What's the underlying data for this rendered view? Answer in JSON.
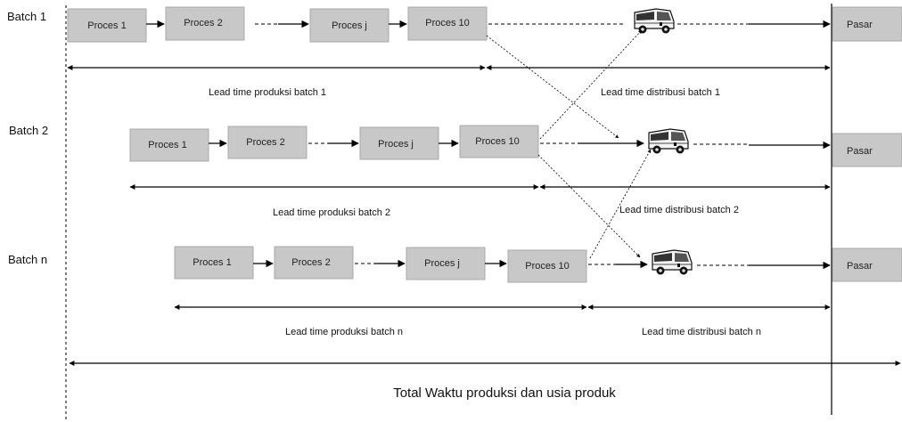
{
  "batches": [
    {
      "label": "Batch 1",
      "processes": [
        "Proces 1",
        "Proces 2",
        "Proces j",
        "Proces 10"
      ],
      "lead_time_production": "Lead time produksi batch 1",
      "lead_time_distribution": "Lead time distribusi batch 1",
      "market": "Pasar"
    },
    {
      "label": "Batch  2",
      "processes": [
        "Proces 1",
        "Proces 2",
        "Proces j",
        "Proces 10"
      ],
      "lead_time_production": "Lead time produksi batch 2",
      "lead_time_distribution": "Lead time distribusi batch 2",
      "market": "Pasar"
    },
    {
      "label": "Batch  n",
      "processes": [
        "Proces 1",
        "Proces 2",
        "Proces j",
        "Proces 10"
      ],
      "lead_time_production": "Lead time produksi batch n",
      "lead_time_distribution": "Lead time distribusi batch n",
      "market": "Pasar"
    }
  ],
  "total_label": "Total Waktu produksi dan usia produk",
  "icons": {
    "vehicle": "delivery-truck-icon"
  },
  "colors": {
    "process_box": "#c8c8c8",
    "market_box": "#c8c8c8"
  }
}
